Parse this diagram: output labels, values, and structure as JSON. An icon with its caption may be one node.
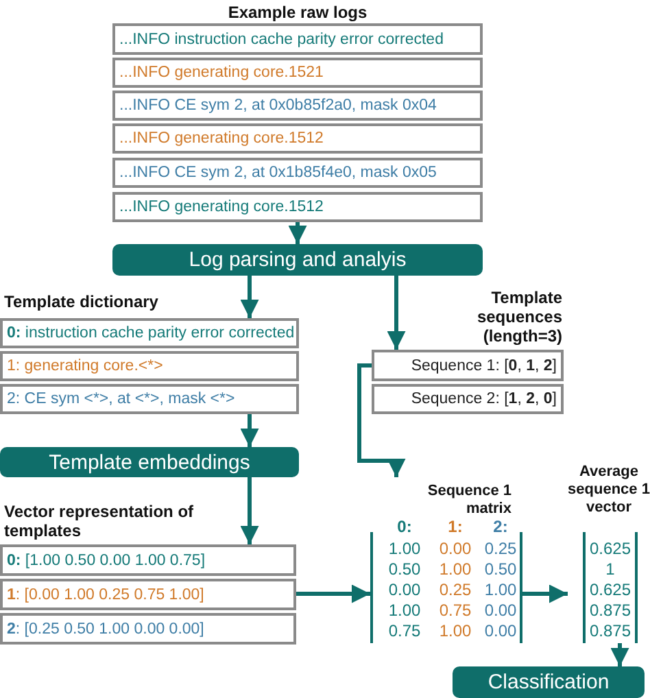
{
  "diagram": {
    "nodes": [
      {
        "text": [
          "...INFO instruction cache parity error corrected"
        ]
      },
      {
        "text": [
          "...INFO generating core.1521"
        ]
      },
      {
        "text": [
          "...INFO CE sym 2, at 0x0b85f2a0, mask 0x04"
        ]
      },
      {
        "text": [
          "...INFO generating core.1512"
        ]
      },
      {
        "text": [
          "...INFO CE sym 2, at 0x1b85f4e0, mask 0x05"
        ]
      },
      {
        "text": [
          "...INFO generating core.1512"
        ]
      },
      {
        "text": [
          "Log parsing and analyis"
        ]
      },
      {
        "text": [
          "**0:** instruction cache parity error corrected"
        ]
      },
      {
        "text": [
          "1: generating core.<*>"
        ]
      },
      {
        "text": [
          "2: CE sym <*>, at <*>, mask <*>"
        ]
      },
      {
        "text": [
          "Template embeddings"
        ]
      },
      {
        "text": [
          "**0:** [1.00 0.50 0.00 1.00 0.75]"
        ]
      },
      {
        "text": [
          "**1**: [0.00 1.00 0.25 0.75 1.00]"
        ]
      },
      {
        "text": [
          "**2**: [0.25 0.50 1.00 0.00 0.00]"
        ]
      },
      {
        "text": [
          "Sequence 1: [**0**, **1**, **2**]"
        ]
      },
      {
        "text": [
          "Sequence 2: [**1**, **2**, **0**]"
        ]
      },
      {
        "text": [
          "Sequence 1 matrix",
          "0:",
          "1:",
          "2:",
          "1.00",
          "0.00",
          "0.25",
          "0.50",
          "1.00",
          "0.50",
          "0.00",
          "0.25",
          "1.00",
          "1.00",
          "0.75",
          "0.00",
          "0.75",
          "1.00",
          "0.00"
        ]
      },
      {
        "text": [
          "Average sequence 1 vector",
          "0.625",
          "1",
          "0.625",
          "0.875",
          "0.875"
        ]
      },
      {
        "text": [
          "Classification"
        ]
      }
    ],
    "edges": [
      {
        "from": 5,
        "to": 6,
        "arrow": "to"
      },
      {
        "from": 6,
        "to": 7,
        "arrow": "to"
      },
      {
        "from": 6,
        "to": 14,
        "arrow": "to"
      },
      {
        "from": 9,
        "to": 10,
        "arrow": "to"
      },
      {
        "from": 10,
        "to": 11,
        "arrow": "to"
      },
      {
        "from": 14,
        "to": 16,
        "arrow": "to"
      },
      {
        "from": 12,
        "to": 16,
        "arrow": "to"
      },
      {
        "from": 16,
        "to": 17,
        "arrow": "to"
      },
      {
        "from": 17,
        "to": 18,
        "arrow": "to"
      }
    ],
    "labels": [
      "Example raw logs",
      "Template dictionary",
      "Template sequences (length=3)",
      "Vector representation of templates"
    ]
  }
}
